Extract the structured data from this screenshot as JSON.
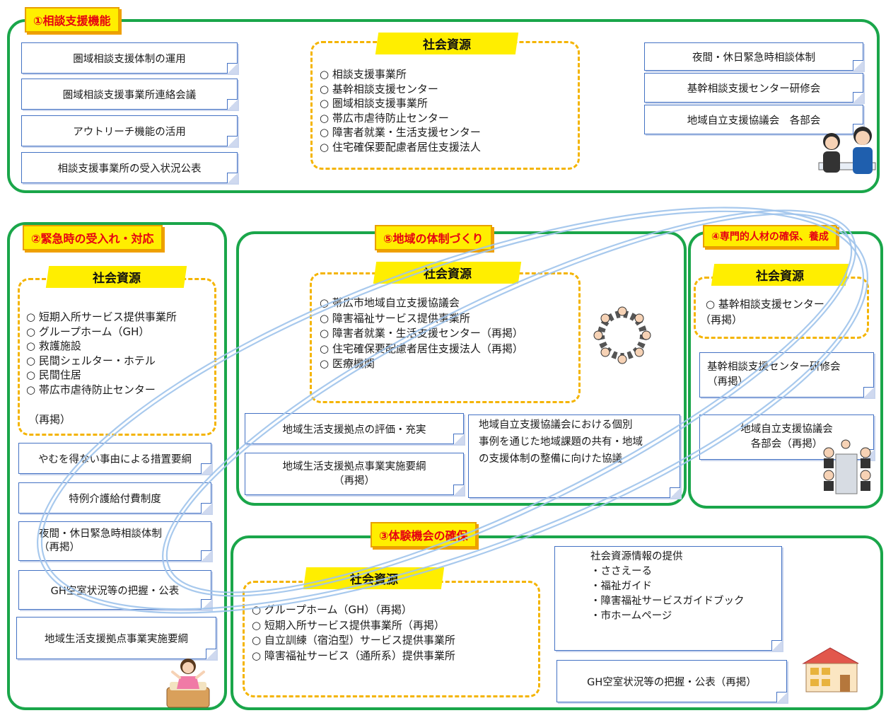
{
  "common": {
    "resource_title": "社会資源"
  },
  "s1": {
    "badge": "①相談支援機能",
    "left_notes": [
      "圏域相談支援体制の運用",
      "圏域相談支援事業所連絡会議",
      "アウトリーチ機能の活用",
      "相談支援事業所の受入状況公表"
    ],
    "resources": [
      "相談支援事業所",
      "基幹相談支援センター",
      "圏域相談支援事業所",
      "帯広市虐待防止センター",
      "障害者就業・生活支援センター",
      "住宅確保要配慮者居住支援法人"
    ],
    "right_notes": [
      "夜間・休日緊急時相談体制",
      "基幹相談支援センター研修会",
      "地域自立支援協議会　各部会"
    ]
  },
  "s2": {
    "badge": "②緊急時の受入れ・対応",
    "resources": [
      "短期入所サービス提供事業所",
      "グループホーム（GH）",
      "救護施設",
      "民間シェルター・ホテル",
      "民間住居",
      "帯広市虐待防止センター"
    ],
    "resource_note": "（再掲）",
    "notes": [
      "やむを得ない事由による措置要綱",
      "特例介護給付費制度",
      "夜間・休日緊急時相談体制",
      "（再掲）",
      "GH空室状況等の把握・公表",
      "地域生活支援拠点事業実施要綱"
    ]
  },
  "s5": {
    "badge": "⑤地域の体制づくり",
    "resources": [
      "帯広市地域自立支援協議会",
      "障害福祉サービス提供事業所",
      "障害者就業・生活支援センター（再掲）",
      "住宅確保要配慮者居住支援法人（再掲）",
      "医療機関"
    ],
    "notes": [
      "地域生活支援拠点の評価・充実",
      "地域生活支援拠点事業実施要綱",
      "（再掲）"
    ],
    "council_note": [
      "地域自立支援協議会における個別",
      "事例を通じた地域課題の共有・地域",
      "の支援体制の整備に向けた協議"
    ]
  },
  "s4": {
    "badge": "④専門的人材の確保、養成",
    "resources": [
      "基幹相談支援センター"
    ],
    "resource_note": "（再掲）",
    "notes": [
      "基幹相談支援センター研修会",
      "（再掲）",
      "地域自立支援協議会",
      "各部会（再掲）"
    ]
  },
  "s3": {
    "badge": "③体験機会の確保",
    "resources": [
      "グループホーム（GH）（再掲）",
      "短期入所サービス提供事業所（再掲）",
      "自立訓練（宿泊型）サービス提供事業所",
      "障害福祉サービス（通所系）提供事業所"
    ],
    "info_title": "社会資源情報の提供",
    "info_items": [
      "・ささえーる",
      "・福祉ガイド",
      "・障害福祉サービスガイドブック",
      "・市ホームページ"
    ],
    "gh_note": "GH空室状況等の把握・公表（再掲）"
  },
  "colors": {
    "frame": "#1aa64a",
    "badge_bg": "#ffee00",
    "badge_text": "#e60012",
    "dashed": "#f4b400",
    "note_border": "#4472c4",
    "ring": "#9fc4ec"
  }
}
